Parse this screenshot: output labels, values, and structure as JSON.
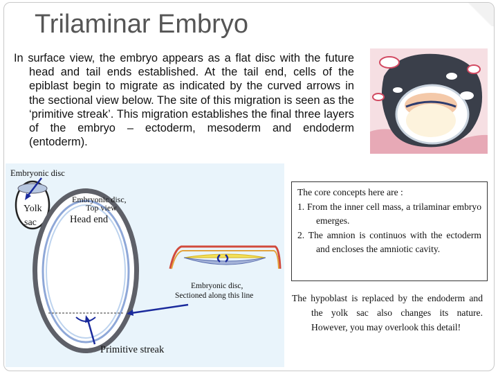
{
  "slide": {
    "title": "Trilaminar Embryo",
    "intro": "In surface view, the embryo appears as a flat disc with the future head and tail ends established. At the tail end, cells of the epiblast begin to migrate as indicated by the curved arrows in the sectional view below. The site of this migration is seen as the ‘primitive streak’. This migration establishes the final three layers of the embryo – ectoderm, mesoderm and endoderm (entoderm)."
  },
  "figure": {
    "embryonic_disc_label": "Embryonic disc",
    "yolk_label": "Yolk",
    "sac_label": "sac",
    "top_view_label_line1": "Embryonic disc,",
    "top_view_label_line2": "Top view",
    "head_end_label": "Head end",
    "sectioned_label_line1": "Embryonic disc,",
    "sectioned_label_line2": "Sectioned along this line",
    "primitive_streak_label": "Primitive streak"
  },
  "concepts": {
    "header": "The core concepts here are :",
    "items": [
      "1. From the inner cell mass, a trilaminar embryo emerges.",
      "2. The amnion is continuos with the ectoderm and encloses the amniotic cavity."
    ]
  },
  "note": "The hypoblast is replaced by the endoderm and the yolk sac also changes its nature. However, you may overlook this detail!",
  "colors": {
    "title": "#555555",
    "panel_bg": "#e9f4fb",
    "arrow": "#1a2a9c",
    "tissue_pink": "#e8b8c0",
    "tissue_dark": "#3a3f4a"
  }
}
